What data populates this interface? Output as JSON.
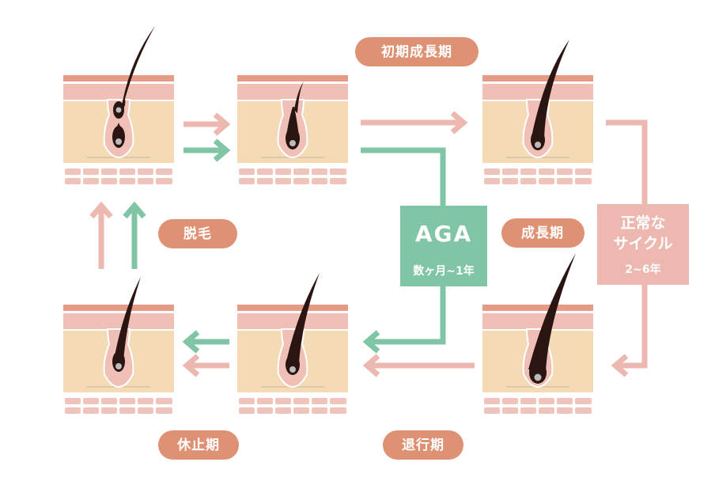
{
  "labels": {
    "early_growth": "初期成長期",
    "shedding": "脱毛",
    "growth": "成長期",
    "resting": "休止期",
    "regression": "退行期"
  },
  "aga_box": {
    "title": "AGA",
    "duration": "数ヶ月~1年"
  },
  "normal_box": {
    "line1": "正常な",
    "line2": "サイクル",
    "duration": "2~6年"
  },
  "colors": {
    "pink_arrow": "#ecb8b0",
    "green_arrow": "#80c5a5",
    "label_bg": "#df9174",
    "skin": "#f4dbb6",
    "pink_layer": "#f0bfb6",
    "top_stripe": "#e59b84",
    "hair": "#2a1512"
  }
}
